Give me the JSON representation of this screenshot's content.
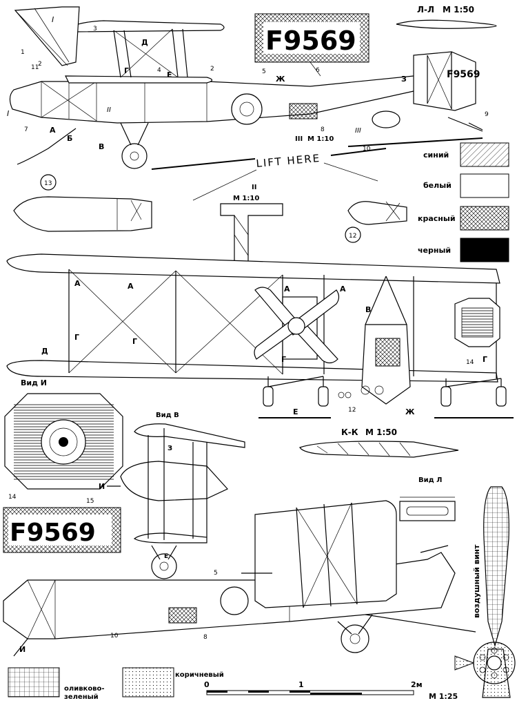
{
  "serial": "F9569",
  "lift_here": "LIFT HERE",
  "sections": {
    "ll": "Л-Л",
    "ll_scale": "М 1:50",
    "kk": "К-К",
    "kk_scale": "М 1:50",
    "iii": "III",
    "iii_scale": "М 1:10",
    "ii": "II",
    "ii_scale": "М 1:10"
  },
  "views": {
    "i": "Вид И",
    "v": "Вид В",
    "l": "Вид Л"
  },
  "propeller_label": "воздушный винт",
  "legend_top": [
    {
      "label": "синий"
    },
    {
      "label": "белый"
    },
    {
      "label": "красный"
    },
    {
      "label": "черный"
    }
  ],
  "legend_bottom": {
    "olive_line1": "оливково-",
    "olive_line2": "зеленый",
    "brown": "коричневый"
  },
  "scale_bar": {
    "zero": "0",
    "one": "1",
    "two": "2м",
    "scale": "М 1:25"
  },
  "callouts": {
    "n1": "1",
    "n2": "2",
    "n3": "3",
    "n4": "4",
    "n5": "5",
    "n6": "6",
    "n7": "7",
    "n8": "8",
    "n9": "9",
    "n10": "10",
    "n11": "11",
    "n12": "12",
    "n13": "13",
    "n14": "14",
    "n15": "15",
    "i_roman": "I",
    "ii_roman": "II",
    "iii_roman": "III"
  },
  "section_letters": {
    "a": "А",
    "b": "Б",
    "v": "В",
    "g": "Г",
    "d": "Д",
    "e": "Е",
    "zh": "Ж",
    "z": "З",
    "i": "И"
  }
}
